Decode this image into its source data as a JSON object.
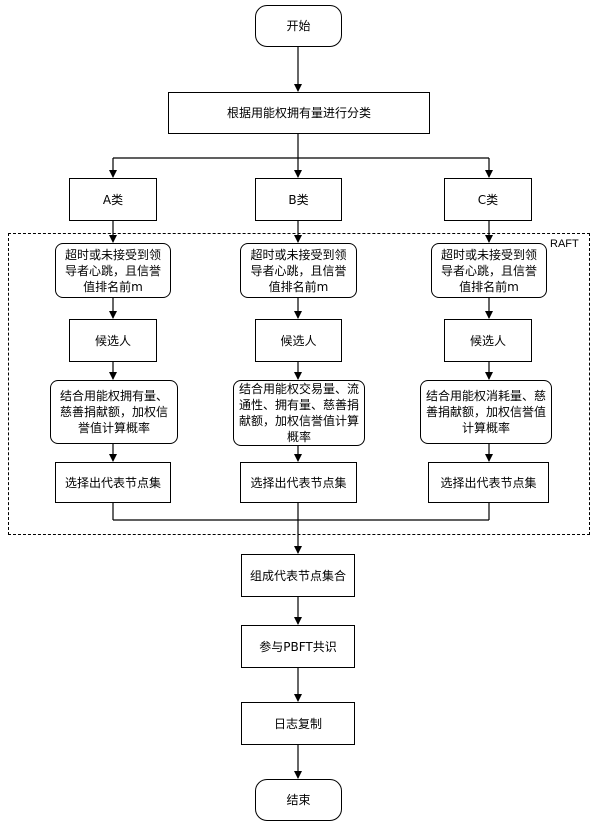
{
  "start": "开始",
  "classify": "根据用能权拥有量进行分类",
  "classes": [
    "A类",
    "B类",
    "C类"
  ],
  "raft_label": "RAFT",
  "condition": [
    "超时或未接受到领导者心跳，且信誉值排名前m",
    "超时或未接受到领导者心跳，且信誉值排名前m",
    "超时或未接受到领导者心跳，且信誉值排名前m"
  ],
  "candidate": [
    "候选人",
    "候选人",
    "候选人"
  ],
  "probability": [
    "结合用能权拥有量、慈善捐献额，加权信誉值计算概率",
    "结合用能权交易量、流通性、拥有量、慈善捐献额，加权信誉值计算概率",
    "结合用能权消耗量、慈善捐献额，加权信誉值计算概率"
  ],
  "select": [
    "选择出代表节点集",
    "选择出代表节点集",
    "选择出代表节点集"
  ],
  "compose": "组成代表节点集合",
  "pbft": "参与PBFT共识",
  "log": "日志复制",
  "end": "结束"
}
